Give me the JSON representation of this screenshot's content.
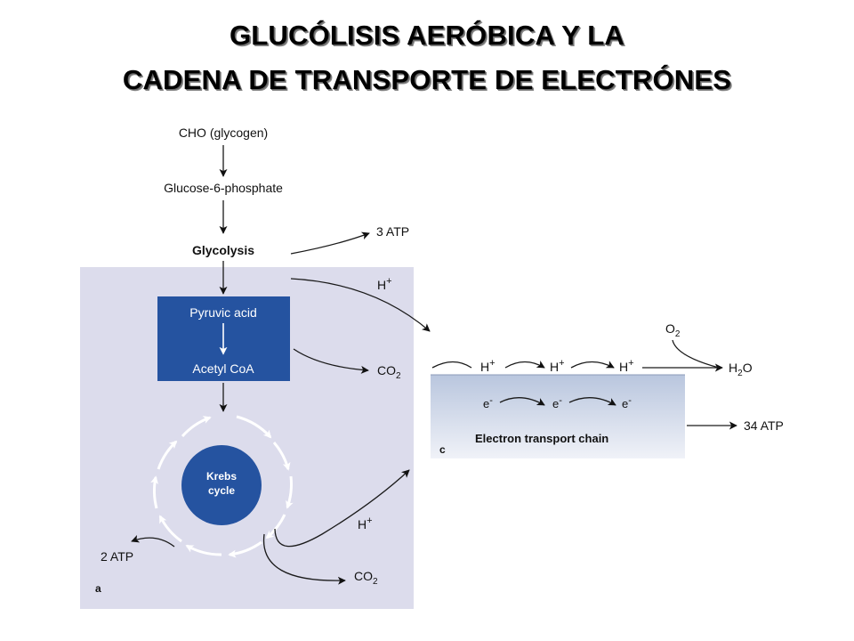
{
  "title": {
    "line1": "GLUCÓLISIS AERÓBICA Y LA",
    "line2": "CADENA DE TRANSPORTE DE ELECTRÓNES"
  },
  "diagram": {
    "cho": "CHO (glycogen)",
    "g6p": "Glucose-6-phosphate",
    "glycolysis": "Glycolysis",
    "atp3": "3 ATP",
    "pyruvic": "Pyruvic acid",
    "acetyl": "Acetyl CoA",
    "co2_a": "CO",
    "co2_a_sub": "2",
    "krebs1": "Krebs",
    "krebs2": "cycle",
    "atp2": "2 ATP",
    "co2_b": "CO",
    "co2_b_sub": "2",
    "h_top": "H",
    "h_top_sup": "+",
    "h_krebs": "H",
    "h_krebs_sup": "+",
    "etc_h1": "H",
    "etc_h1_sup": "+",
    "etc_h2": "H",
    "etc_h2_sup": "+",
    "etc_h3": "H",
    "etc_h3_sup": "+",
    "e1": "e",
    "e1_sup": "-",
    "e2": "e",
    "e2_sup": "-",
    "e3": "e",
    "e3_sup": "-",
    "o2": "O",
    "o2_sub": "2",
    "h2o_h": "H",
    "h2o_sub": "2",
    "h2o_o": "O",
    "etc_label": "Electron transport chain",
    "atp34": "34 ATP",
    "panel_a": "a",
    "panel_c": "c"
  },
  "colors": {
    "panel_bg": "#dcdcec",
    "dark_blue": "#2553a0",
    "etc_top": "#b9c6de",
    "etc_bottom": "#f0f2f8"
  }
}
